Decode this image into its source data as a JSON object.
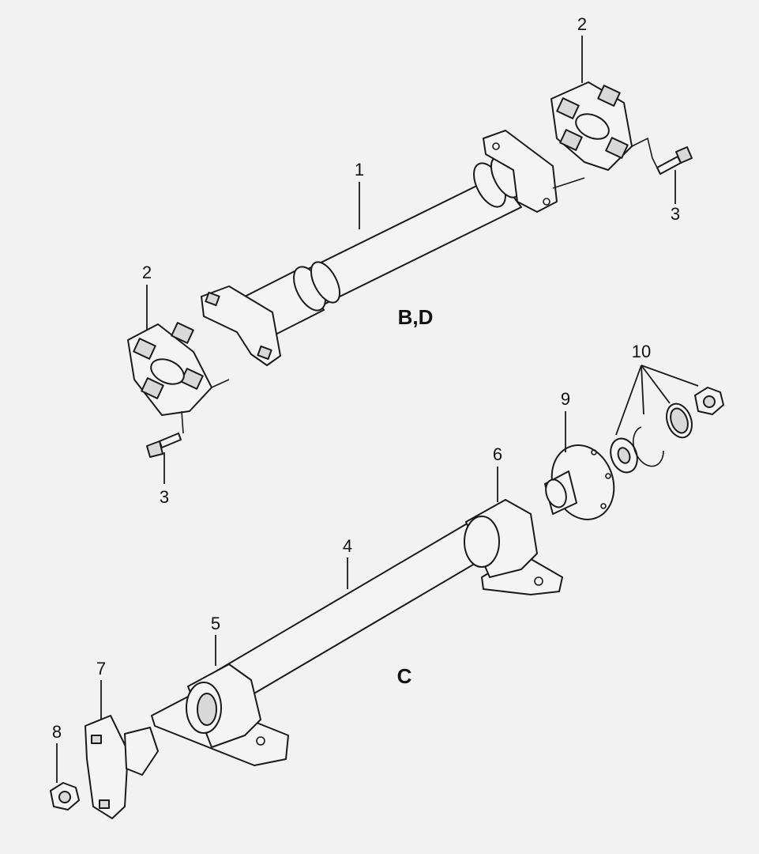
{
  "callouts": {
    "c1": "1",
    "c2_top": "2",
    "c2_left": "2",
    "c3_top": "3",
    "c3_left": "3",
    "c4": "4",
    "c5": "5",
    "c6": "6",
    "c7": "7",
    "c8": "8",
    "c9": "9",
    "c10": "10"
  },
  "groups": {
    "upper": "B,D",
    "lower": "C"
  }
}
